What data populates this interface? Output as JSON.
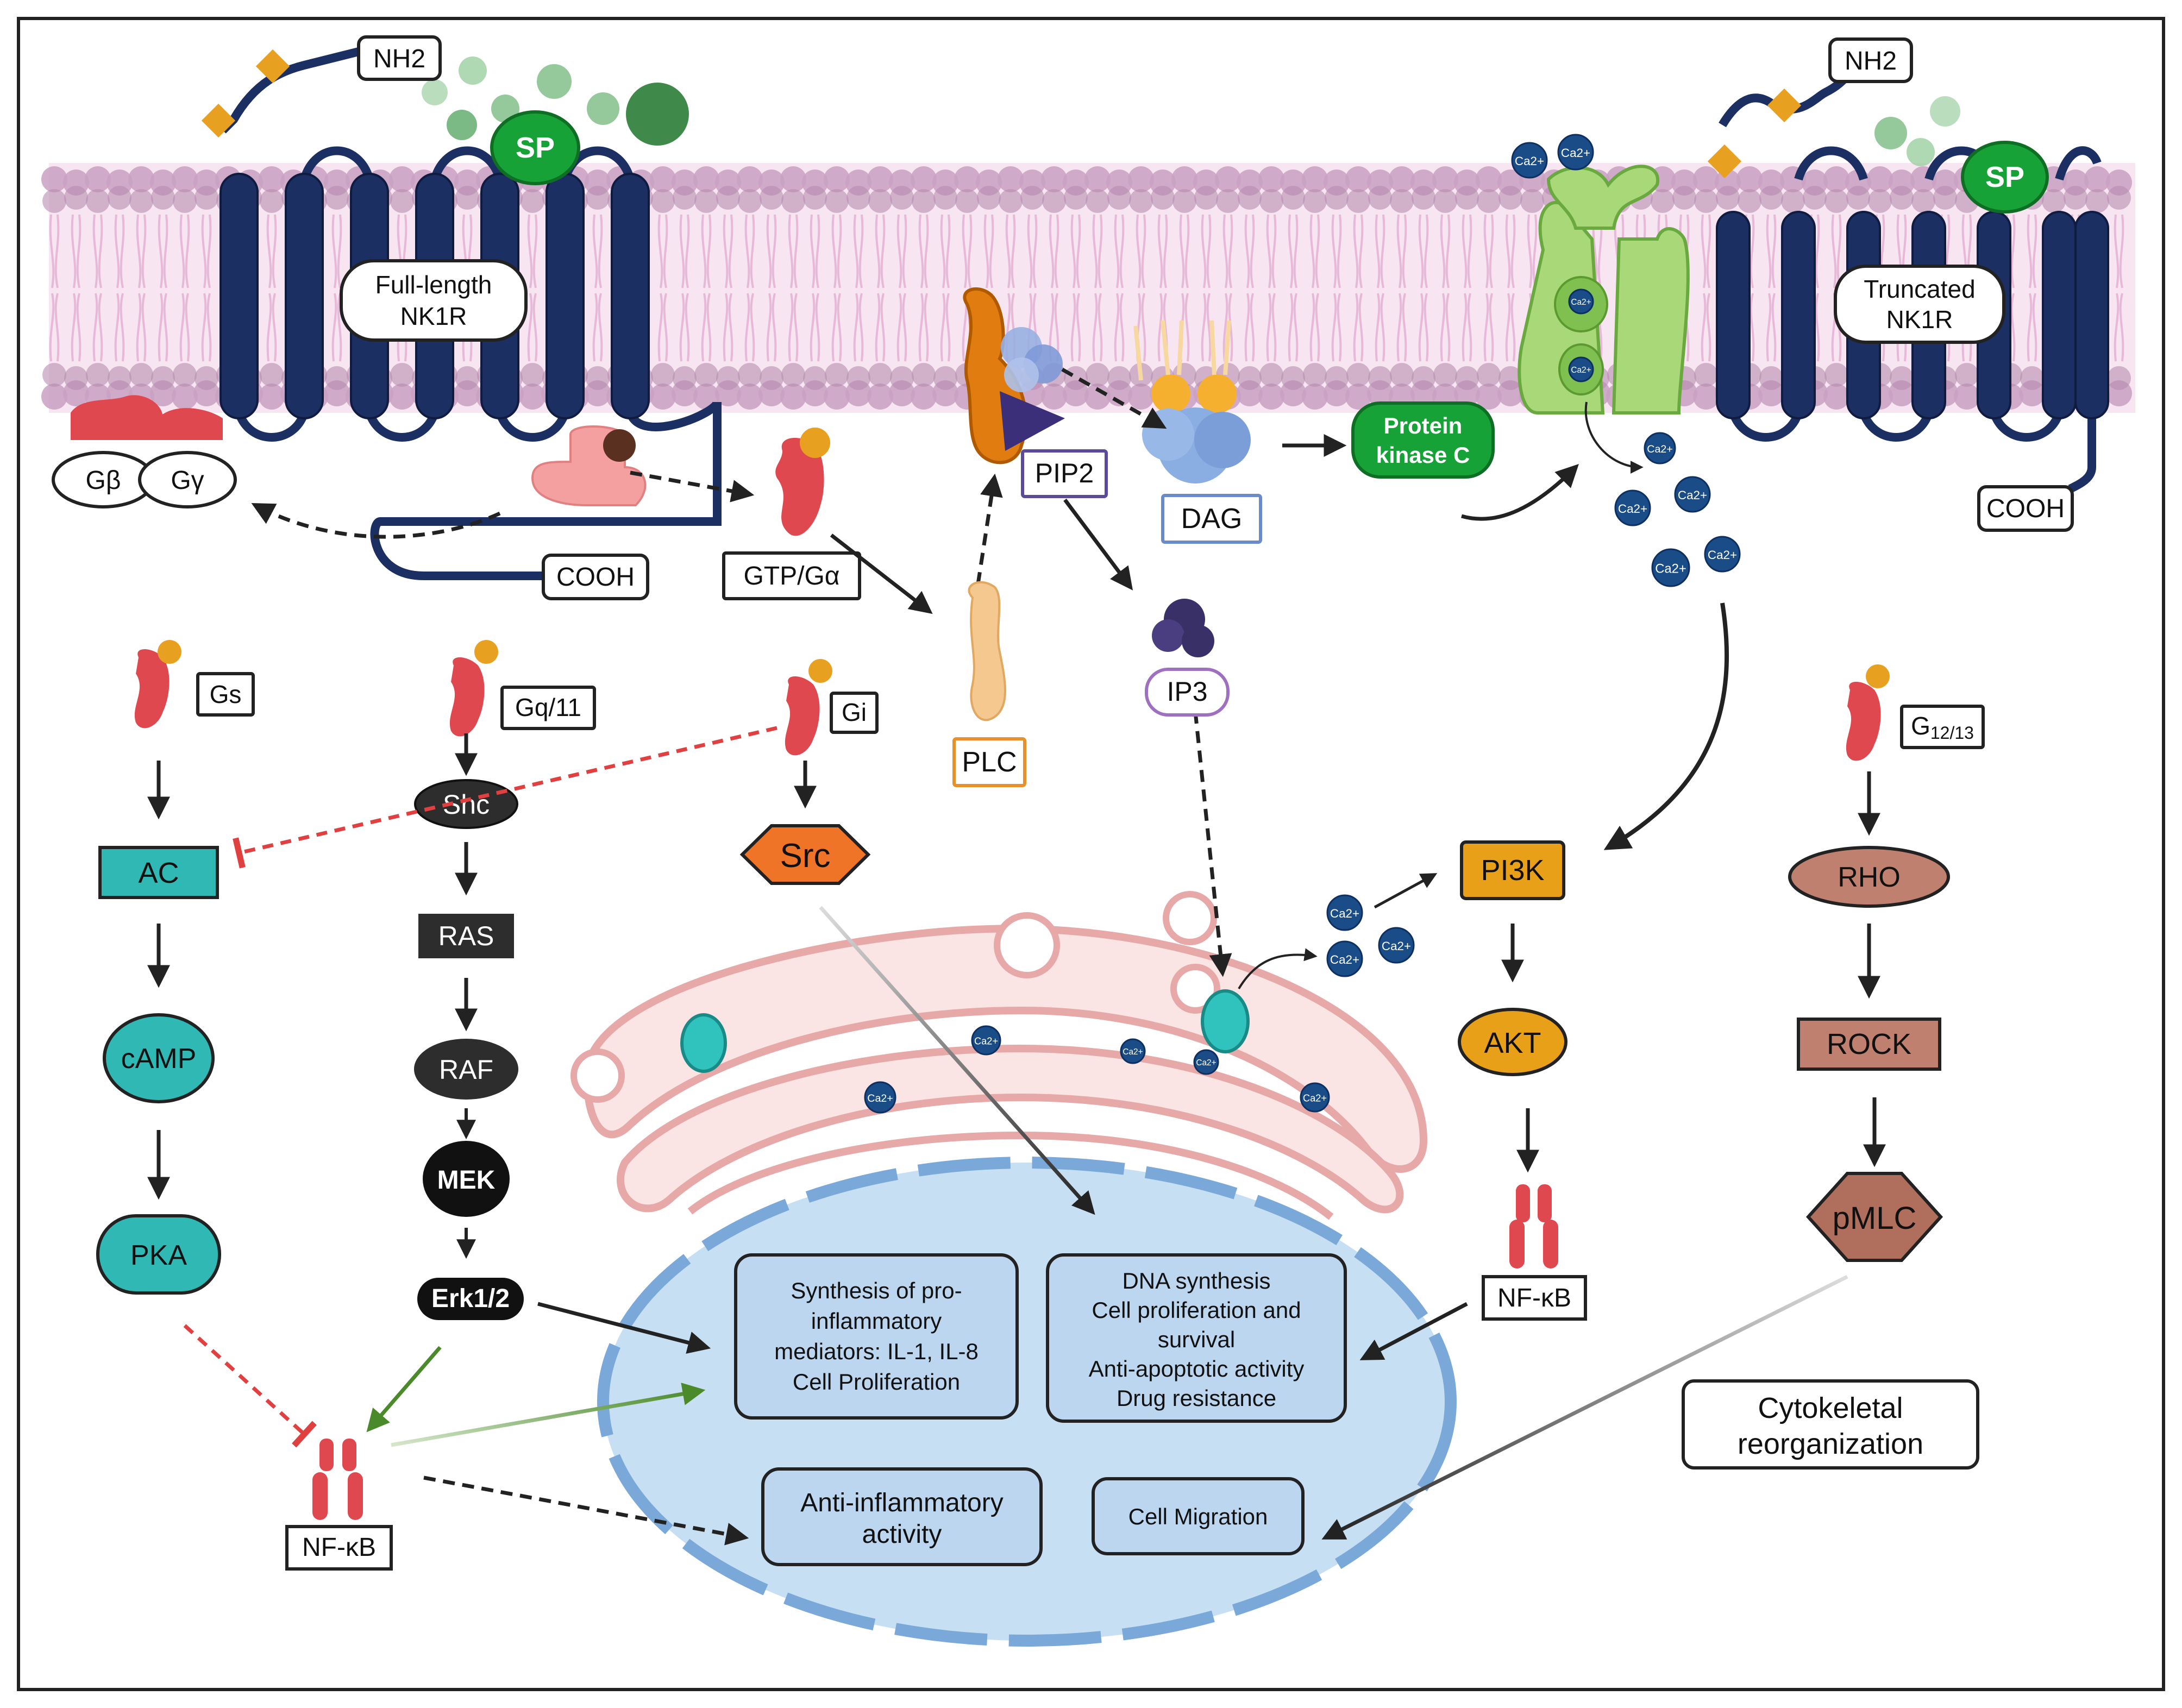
{
  "receptors": {
    "full_length": {
      "nterm": "NH2",
      "cterm": "COOH",
      "ligand": "SP",
      "name_line1": "Full-length",
      "name_line2": "NK1R"
    },
    "truncated": {
      "nterm": "NH2",
      "cterm": "COOH",
      "ligand": "SP",
      "name_line1": "Truncated",
      "name_line2": "NK1R"
    }
  },
  "g_proteins": {
    "g_beta": "Gβ",
    "g_gamma": "Gγ",
    "gtp_galpha": "GTP/Gα",
    "gs": "Gs",
    "gq11": "Gq/11",
    "gi": "Gi",
    "g1213_main": "G",
    "g1213_sub": "12/13"
  },
  "membrane_nodes": {
    "plc": "PLC",
    "pip2": "PIP2",
    "dag": "DAG",
    "ip3": "IP3",
    "pkc_line1": "Protein",
    "pkc_line2": "kinase C",
    "ca_ion": "Ca2+"
  },
  "pathway_nodes": {
    "ac": "AC",
    "camp": "cAMP",
    "pka": "PKA",
    "shc": "Shc",
    "ras": "RAS",
    "raf": "RAF",
    "mek": "MEK",
    "erk": "Erk1/2",
    "src": "Src",
    "pi3k": "PI3K",
    "akt": "AKT",
    "rho": "RHO",
    "rock": "ROCK",
    "pmlc": "pMLC",
    "nfkb_left": "NF-κB",
    "nfkb_right": "NF-κB"
  },
  "outcomes": {
    "synthesis": [
      "Synthesis of pro-",
      "inflammatory",
      "mediators: IL-1, IL-8",
      "Cell Proliferation"
    ],
    "dna": [
      "DNA synthesis",
      "Cell proliferation and",
      "survival",
      "Anti-apoptotic activity",
      "Drug resistance"
    ],
    "anti_inflammatory": [
      "Anti-inflammatory",
      "activity"
    ],
    "migration": [
      "Cell Migration"
    ],
    "cytoskeletal": [
      "Cytokeletal",
      "reorganization"
    ]
  },
  "colors": {
    "receptor": "#1b2f63",
    "membrane": "#c9a0c2",
    "membrane_inner": "#f5e3ef",
    "galpha": "#e04850",
    "gold": "#e8a020",
    "teal": "#30b8b4",
    "dark_node": "#2d2d2d",
    "src": "#ef7428",
    "pi3k_akt": "#e8a018",
    "rho_rock": "#c08070",
    "nucleus": "#c7dff2",
    "nucleus_edge": "#7aa8d8",
    "er": "#e7a8a8",
    "ca": "#1a4d88",
    "pkc": "#169c3c",
    "channel": "#a8d878",
    "inhibit": "#e04040",
    "activate_green": "#4a8a2a"
  }
}
